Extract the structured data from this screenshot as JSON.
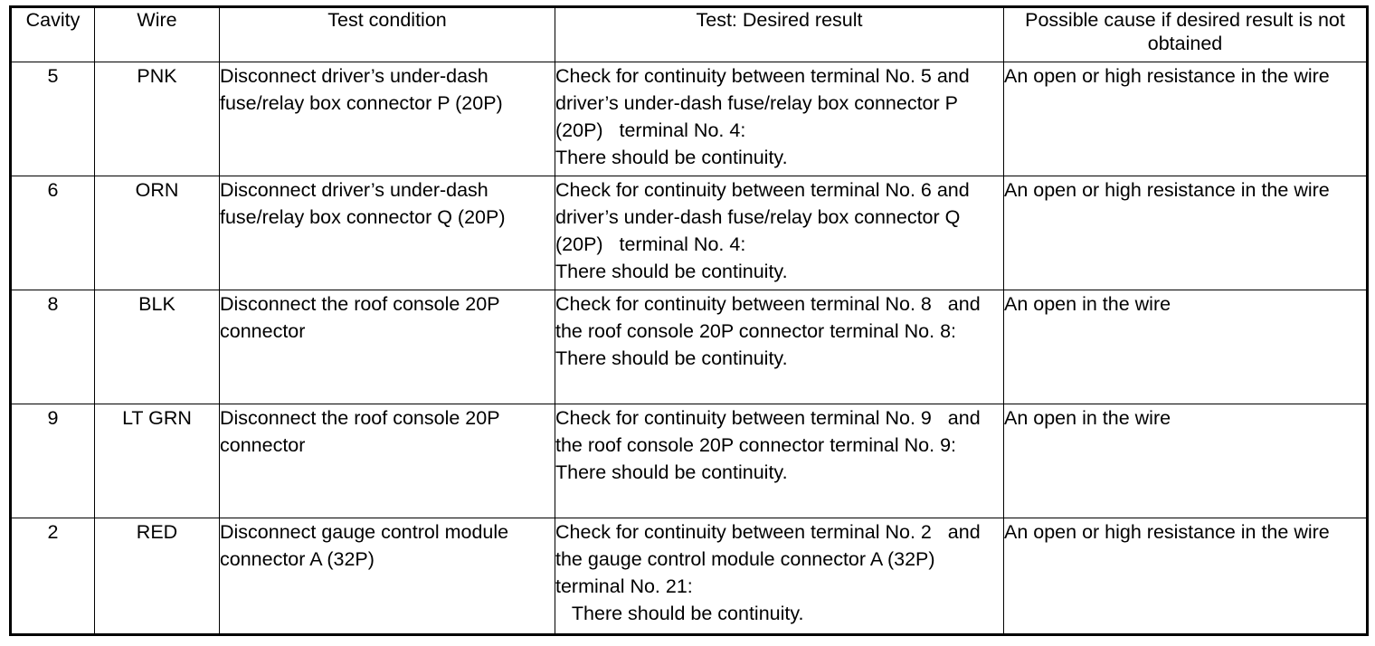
{
  "table": {
    "columns": [
      {
        "key": "cavity",
        "label": "Cavity"
      },
      {
        "key": "wire",
        "label": "Wire"
      },
      {
        "key": "condition",
        "label": "Test condition"
      },
      {
        "key": "test",
        "label": "Test: Desired result"
      },
      {
        "key": "cause",
        "label": "Possible cause if desired result is not obtained"
      }
    ],
    "rows": [
      {
        "cavity": "5",
        "wire": "PNK",
        "condition": "Disconnect driver’s under-dash fuse/relay box connector P (20P)",
        "test": "Check for continuity between terminal No. 5 and driver’s under-dash fuse/relay box connector P (20P)   terminal No. 4:\nThere should be continuity.",
        "cause": "An open or high resistance in the wire"
      },
      {
        "cavity": "6",
        "wire": "ORN",
        "condition": "Disconnect driver’s under-dash fuse/relay box connector Q (20P)",
        "test": "Check for continuity between terminal No. 6 and driver’s under-dash fuse/relay box connector Q (20P)   terminal No. 4:\nThere should be continuity.",
        "cause": "An open or high resistance in the wire"
      },
      {
        "cavity": "8",
        "wire": "BLK",
        "condition": "Disconnect the roof console 20P connector",
        "test": "Check for continuity between terminal No. 8   and the roof console 20P connector terminal No. 8:\nThere should be continuity.",
        "cause": "An open in the wire"
      },
      {
        "cavity": "9",
        "wire": "LT GRN",
        "condition": "Disconnect the roof console 20P connector",
        "test": "Check for continuity between terminal No. 9   and the roof console 20P connector terminal No. 9:\nThere should be continuity.",
        "cause": "An open in the wire"
      },
      {
        "cavity": "2",
        "wire": "RED",
        "condition": "Disconnect gauge control module connector A (32P)",
        "test": "Check for continuity between terminal No. 2   and the gauge control module connector A (32P) terminal No. 21:\n   There should be continuity.",
        "cause": "An open or high resistance in the wire"
      }
    ]
  },
  "colors": {
    "border": "#000000",
    "background": "#ffffff",
    "text": "#000000"
  }
}
